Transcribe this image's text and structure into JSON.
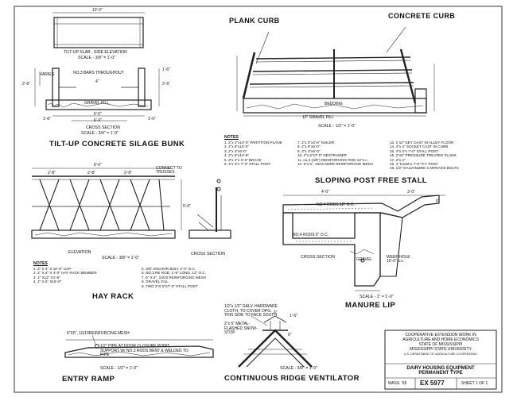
{
  "sections": {
    "bunk": {
      "side_title": "TILT-UP SLAB , SIDE ELEVATION",
      "side_scale": "SCALE - 3/8\" = 1'-0\"",
      "overall": "10'-0\"",
      "bars": "NO.3 BARS THROUGHOUT",
      "four": "4\"",
      "gravel": "GRAVEL FILL",
      "cross_title": "CROSS SECTION",
      "cross_scale": "SCALE - 3/4\" = 1'-0\"",
      "dims": [
        "5'-0\"",
        "6'-0\"",
        "1'-6\"",
        "1'-6\"",
        "2'-6\"",
        "2'-6\"",
        "1'-6\"",
        "VARIES"
      ],
      "title": "TILT-UP CONCRETE SILAGE BUNK"
    },
    "stall": {
      "plank_curb": "PLANK CURB",
      "concrete_curb": "CONCRETE CURB",
      "bedding": "BEDDING",
      "gravel": "10\" GRAVEL FILL",
      "scale": "SCALE - 1/2\" = 1'-0\"",
      "title": "SLOPING POST FREE STALL",
      "notes_head": "NOTES",
      "notes_col1": [
        "1. 2\"x 4\"x13'-0\" PARTITION PLANK",
        "2. 2\"x 6\"x16'-0\"",
        "3. 2\"x 4\"x6'-0\"",
        "4. 2\"x 6\"x14'-6\"",
        "5. 2\"x 4\"x 3'-6\" BRACE",
        "6. 4\"x 4\"x 7'-0\" STALL POST"
      ],
      "notes_col2": [
        "7. 2\"x 2\"x3'-6\" NAILER",
        "8. 2\"x 6\"x6'-0\"",
        "9. 2\"x 4\"x6'-0\"",
        "10. 2\"x 6\"x7'-0\" NESTRAINER",
        "11. no.3 (3/8\") REINFORCING ROD 12\"o.c.",
        "12. 6\"x 6\", 10/10 WIRE REINFORCING MESH"
      ],
      "notes_col3": [
        "13. 1\"x2\" KEY CAST IN ALLEY FLOOR",
        "14. 4\"x 4\" SOCKET CAST IN CURB",
        "15. 4\"x 4\"x 7'-0\" STALL POST",
        "16. 2\"x6\" PRESSURE TREATED PLANK",
        "17. 2\"x 4\"",
        "18. 4\" DIAM.x 7'-0\" P.T. POST",
        "19. 1/2\" GALVANIZED CARRIAGE BOLTS"
      ]
    },
    "hay": {
      "connect": "CONNECT TO TRUSSES",
      "elev": "ELEVATION",
      "elev_scale": "SCALE - 3/8\" = 1'-0\"",
      "cross": "CROSS SECTION",
      "title": "HAY RACK",
      "dims": [
        "8'-0\"",
        "2'-8\"",
        "2'-8\"",
        "2'-8\"",
        "5'-0\""
      ],
      "notes_head": "NOTES",
      "notes_col1": [
        "1. 2\" X 4\" X 16'-0\" CAP",
        "2. 2\" X 4\" X 4'-0\" HAY RACK MEMBER",
        "3. 1\" X12\" X1'-9\"",
        "4. 2\" X 6\" X16'-0\""
      ],
      "notes_col2": [
        "5. 3/8\" ANCHOR BOLT 4'-0\" O.C.",
        "6. NO.3 RE ROD, 1'-6\" LONG, 12\" O.C.",
        "7. 6\" X 6\", 10/10 REINFORCING MESH",
        "8. GRAVEL FILL",
        "9. TWO 2\"X 6\"X7'-0\" STALL POST"
      ]
    },
    "manure": {
      "dims_top": [
        "4'-0\"",
        "3'-0\"",
        "6\""
      ],
      "rods12": "NO.4 RODS 12\" O.C.",
      "rods6": "NO.4 RODS 6\" O.C.",
      "cross": "CROSS SECTION",
      "gravel": "GRAVEL",
      "weep": "WEEP HOLE 10'-0\" o.c.",
      "scale": "SCALE - 1\" = 1'-0\"",
      "title": "MANURE LIP"
    },
    "ramp": {
      "mesh": "6\"X6\", 10/10REINFORCING MESH",
      "pipe": "1/2\" PIPE AT DOOR CLOSURE POINT, SUPPORT W/ NO.3 RODS BENT & WELDED TO PIPE",
      "scale": "SCALE - 1/2\" = 1'-0\"",
      "title": "ENTRY RAMP"
    },
    "vent": {
      "cloth": "1/2\"x 1/2\" GALV. HARDWARE CLOTH, TO COVER OPG. THIS SIDE TO FACE SOUTH",
      "flash": "2\"x 6\" METAL-FLASHED SNOW-STOP",
      "dims": [
        "1'-6\"",
        "6\"",
        "6\""
      ],
      "scale": "SCALE - 3/8\" = 1'-0\"",
      "title": "CONTINUOUS RIDGE VENTILATOR"
    }
  },
  "title_block": {
    "lines": [
      "COOPERATIVE EXTENSION WORK IN",
      "AGRICULTURE AND HOME ECONOMICS",
      "STATE OF MISSISSIPPI",
      "MISSISSIPPI STATE UNIVERSITY"
    ],
    "small": "U.S. DEPARTMENT OF AGRICULTURE COOPERATING",
    "drawing": "DAIRY HOUSING EQUIPMENT",
    "type": "PERMANENT TYPE",
    "mass": "MASS. '65",
    "ex": "EX 5977",
    "sheet": "SHEET 1 OF 1"
  }
}
